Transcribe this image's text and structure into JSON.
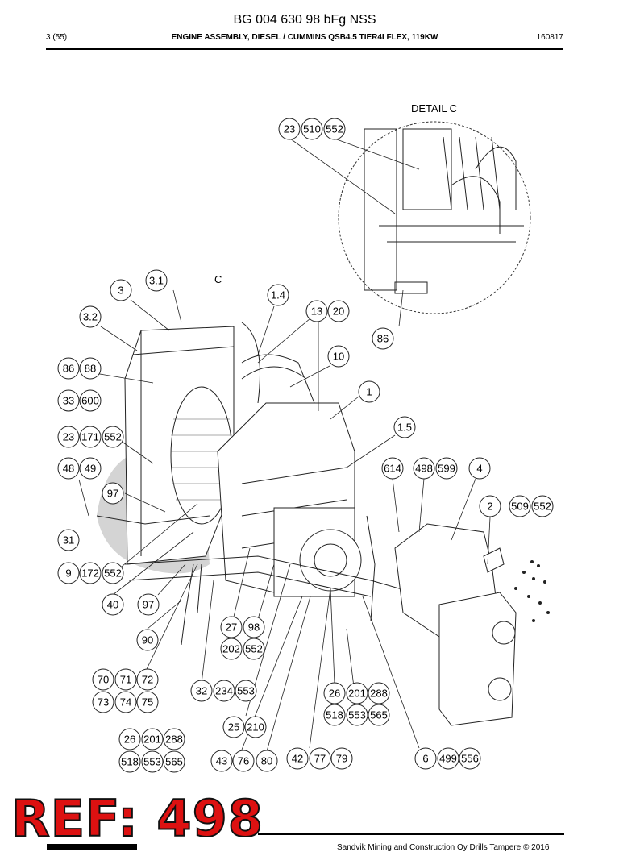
{
  "document": {
    "title": "BG 004 630 98 bFg NSS",
    "page": "3 (55)",
    "section": "ENGINE ASSEMBLY, DIESEL / CUMMINS QSB4.5 TIER4I FLEX, 119KW",
    "date": "160817",
    "footer": "Sandvik Mining and Construction Oy Drills Tampere © 2016"
  },
  "stamp": {
    "ref": "REF: 498"
  },
  "labels": {
    "detail": "DETAIL C",
    "c_marker": "C"
  },
  "callouts": [
    "23",
    "510",
    "552",
    "3.1",
    "3",
    "1.4",
    "13",
    "20",
    "3.2",
    "86",
    "10",
    "86",
    "88",
    "1",
    "33",
    "600",
    "1.5",
    "23",
    "171",
    "552",
    "48",
    "49",
    "614",
    "498",
    "599",
    "4",
    "97",
    "2",
    "509",
    "552",
    "31",
    "9",
    "172",
    "552",
    "40",
    "97",
    "27",
    "98",
    "90",
    "202",
    "552",
    "70",
    "71",
    "72",
    "73",
    "74",
    "75",
    "32",
    "234",
    "553",
    "26",
    "201",
    "288",
    "518",
    "553",
    "565",
    "25",
    "210",
    "26",
    "201",
    "288",
    "518",
    "553",
    "565",
    "43",
    "76",
    "80",
    "42",
    "77",
    "79",
    "6",
    "499",
    "556"
  ]
}
